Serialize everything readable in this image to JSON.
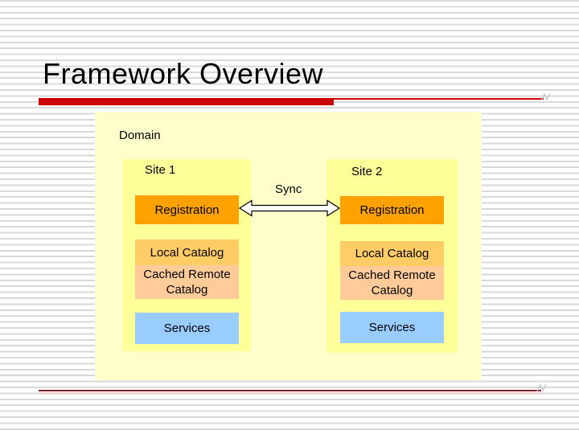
{
  "title": "Framework Overview",
  "diagram": {
    "domain_label": "Domain",
    "sync_label": "Sync",
    "sites": [
      {
        "label": "Site 1",
        "registration": "Registration",
        "local_catalog": "Local Catalog",
        "cached_remote_catalog": "Cached Remote Catalog",
        "services": "Services"
      },
      {
        "label": "Site 2",
        "registration": "Registration",
        "local_catalog": "Local Catalog",
        "cached_remote_catalog": "Cached Remote Catalog",
        "services": "Services"
      }
    ]
  },
  "colors": {
    "stripe_gray": "#d9d9d9",
    "title_underline_red": "#cc0000",
    "footer_line_dark": "#7a2230",
    "footer_line_light": "#f2cfcf",
    "scribble_gray": "#c8c8c8",
    "domain_fill": "#ffffcc",
    "site_fill": "#ffff99",
    "registration_fill": "#ffa200",
    "local_catalog_fill": "#ffcc66",
    "cached_remote_catalog_fill": "#ffcc99",
    "services_fill": "#99ccff",
    "arrow_fill": "#ffffff",
    "arrow_outline": "#000000",
    "text_color": "#000000"
  }
}
